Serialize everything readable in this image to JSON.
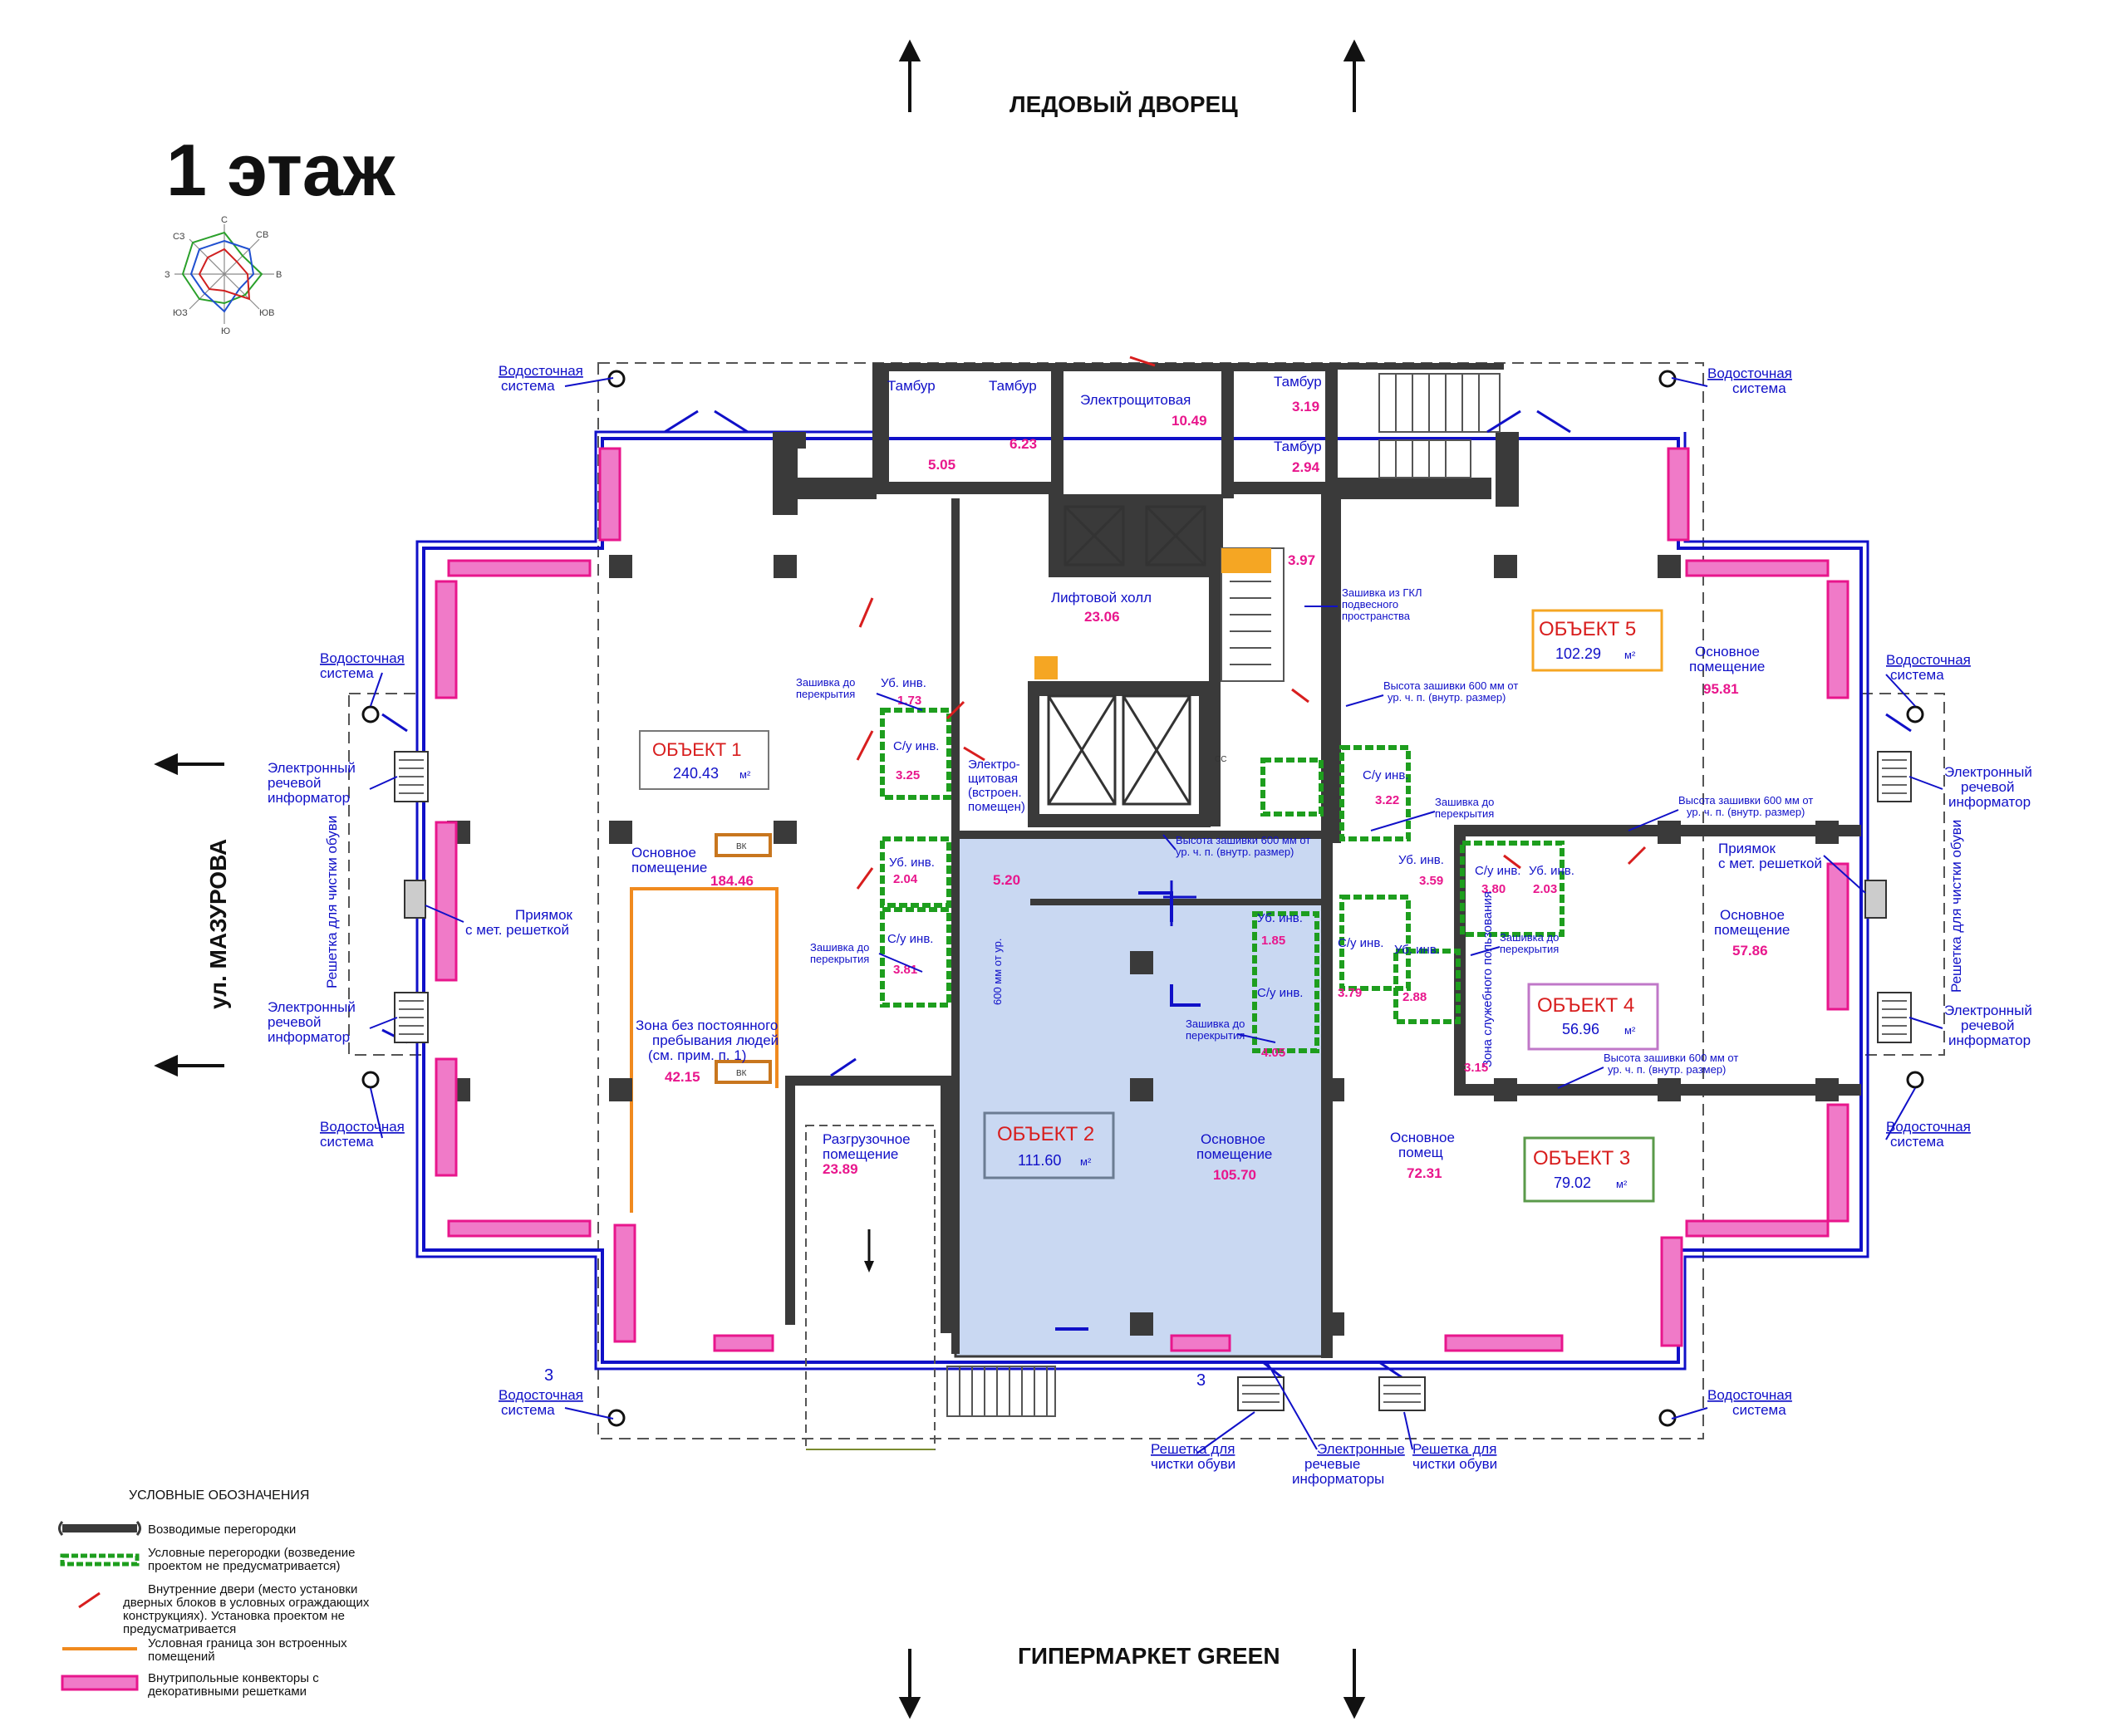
{
  "title": "1 этаж",
  "streets": {
    "north": "ЛЕДОВЫЙ ДВОРЕЦ",
    "south": "ГИПЕРМАРКЕТ GREEN",
    "west": "ул. МАЗУРОВА"
  },
  "compass": {
    "n": "С",
    "ne": "СВ",
    "e": "В",
    "se": "ЮВ",
    "s": "Ю",
    "sw": "ЮЗ",
    "w": "З",
    "nw": "СЗ"
  },
  "objects": {
    "obj1": {
      "name": "ОБЪЕКТ 1",
      "area": "240.43",
      "unit": "м²"
    },
    "obj2": {
      "name": "ОБЪЕКТ 2",
      "area": "111.60",
      "unit": "м²"
    },
    "obj3": {
      "name": "ОБЪЕКТ 3",
      "area": "79.02",
      "unit": "м²"
    },
    "obj4": {
      "name": "ОБЪЕКТ 4",
      "area": "56.96",
      "unit": "м²"
    },
    "obj5": {
      "name": "ОБЪЕКТ 5",
      "area": "102.29",
      "unit": "м²"
    }
  },
  "rooms": {
    "tambur1": {
      "label": "Тамбур",
      "area": "5.05"
    },
    "tambur2": {
      "label": "Тамбур",
      "area": "6.23"
    },
    "tambur3": {
      "label": "Тамбур",
      "area": "3.19"
    },
    "tambur4": {
      "label": "Тамбур",
      "area": "2.94"
    },
    "elec": {
      "label": "Электрощитовая",
      "area": "10.49"
    },
    "lift": {
      "label": "Лифтовой холл",
      "area": "23.06"
    },
    "stair_area": "3.97",
    "main1": {
      "label1": "Основное",
      "label2": "помещение",
      "area": "184.46"
    },
    "zone": {
      "l1": "Зона без постоянного",
      "l2": "пребывания людей",
      "l3": "(см. прим. п. 1)",
      "area": "42.15"
    },
    "unload": {
      "label1": "Разгрузочное",
      "label2": "помещение",
      "area": "23.89"
    },
    "main2": {
      "label1": "Основное",
      "label2": "помещение",
      "area": "105.70"
    },
    "main3": {
      "label1": "Основное",
      "label2": "помещ",
      "area": "72.31"
    },
    "main4": {
      "label1": "Основное",
      "label2": "помещение",
      "area": "57.86"
    },
    "main5": {
      "label1": "Основное",
      "label2": "помещение",
      "area": "95.81"
    },
    "elec2": {
      "l1": "Электро-",
      "l2": "щитовая",
      "l3": "(встроен.",
      "l4": "помещен)",
      "area": "5.20"
    }
  },
  "wc": {
    "ub1": "Уб. инв.",
    "ub1a": "1.73",
    "su1": "С/у инв.",
    "su1a": "3.25",
    "ub2": "Уб. инв.",
    "ub2a": "2.04",
    "su2": "С/у инв.",
    "su2a": "3.81",
    "su3": "С/у инв.",
    "su3a": "3.22",
    "ub3": "Уб. инв.",
    "ub3a": "3.59",
    "su4": "С/у инв.",
    "su4a": "3.80",
    "ub4": "Уб. инв.",
    "ub4a": "2.03",
    "ub5": "Уб. инв.",
    "ub5a": "1.85",
    "su5": "С/у инв.",
    "su5a": "4.05",
    "su6": "С/у инв.",
    "a379": "3.79",
    "ub6": "Уб. инв.",
    "ub6a": "2.88",
    "service": "Зона служебного пользования",
    "servicea": "3.15",
    "vk": "ВК",
    "ss": "СС"
  },
  "notes": {
    "drain": "Водосточная система",
    "drain1": "Водосточная",
    "drain2": "система",
    "infor1": "Электронный",
    "infor2": "речевой",
    "infor3": "информатор",
    "grill": "Решетка для чистки обуви",
    "pit1": "Приямок",
    "pit2": "с мет. решеткой",
    "cover": "Зашивка до",
    "cover2": "перекрытия",
    "gkl1": "Зашивка из ГКЛ",
    "gkl2": "подвесного",
    "gkl3": "пространства",
    "h600a": "Высота зашивки 600 мм от",
    "h600b": "ур. ч. п. (внутр. размер)",
    "hvert": "600 мм от ур.",
    "grillS1": "Решетка для",
    "grillS2": "чистки обуви",
    "inforS1": "Электронные",
    "inforS2": "речевые",
    "inforS3": "информаторы",
    "grillV": "Решетка для чистки обуви",
    "grillV2": "Решетка для чистки обуви",
    "e3": "3"
  },
  "legend": {
    "heading": "УСЛОВНЫЕ ОБОЗНАЧЕНИЯ",
    "item1": "Возводимые перегородки",
    "item2a": "Условные перегородки (возведение",
    "item2b": "проектом не предусматривается)",
    "item3a": "Внутренние двери (место установки",
    "item3b": "дверных блоков в условных ограждающих",
    "item3c": "конструкциях). Установка проектом не",
    "item3d": "предусматривается",
    "item4a": "Условная граница зон встроенных",
    "item4b": "помещений",
    "item5a": "Внутрипольные конвекторы с",
    "item5b": "декоративными решетками"
  },
  "colors": {
    "wall": "#3a3a3a",
    "outer": "#1010c8",
    "accent": "#e8168c",
    "partition": "#1e9e1e",
    "zone": "#f08a1e",
    "obj2fill": "#c9d8f2"
  }
}
